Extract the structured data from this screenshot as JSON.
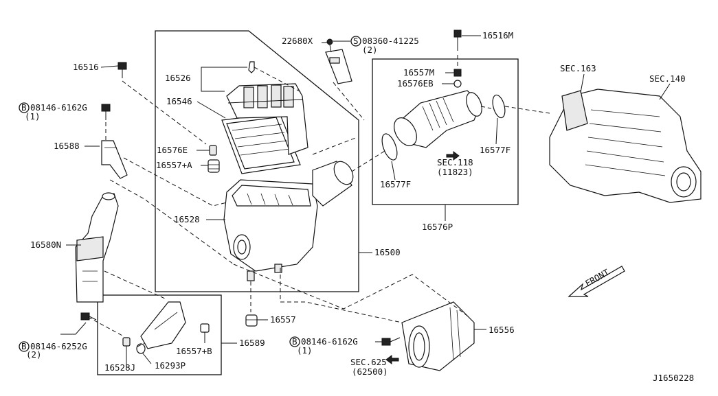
{
  "labels": {
    "p22680x": "22680X",
    "p08360": "08360-41225",
    "p08360_qty": "(2)",
    "p16516m": "16516M",
    "p16516": "16516",
    "p16526": "16526",
    "p08146a": "08146-6162G",
    "p08146a_qty": "(1)",
    "p16546": "16546",
    "p16576e": "16576E",
    "p16557a": "16557+A",
    "p16588": "16588",
    "p16528": "16528",
    "p16580n": "16580N",
    "p16500": "16500",
    "p16557": "16557",
    "p08146b": "08146-6252G",
    "p08146b_qty": "(2)",
    "p16557b": "16557+B",
    "p16589": "16589",
    "p16528j": "16528J",
    "p16293p": "16293P",
    "p08146c": "08146-6162G",
    "p08146c_qty": "(1)",
    "p16556": "16556",
    "sec625": "SEC.625",
    "sec625_ref": "(62500)",
    "p16557m": "16557M",
    "p16576eb": "16576EB",
    "p16577f_a": "16577F",
    "p16577f_b": "16577F",
    "sec118": "SEC.118",
    "sec118_ref": "(11823)",
    "p16576p": "16576P",
    "sec163": "SEC.163",
    "sec140": "SEC.140",
    "front": "FRONT",
    "diagram_id": "J1650228"
  },
  "symbols": {
    "s": "S",
    "b": "B"
  }
}
